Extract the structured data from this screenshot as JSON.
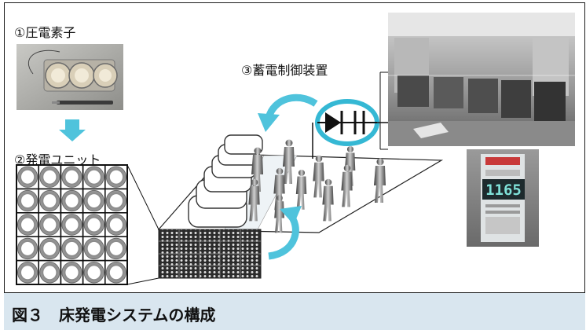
{
  "figure": {
    "labels": {
      "piezo": "①圧電素子",
      "unit": "②発電ユニット",
      "storage": "③蓄電制御装置"
    },
    "panel_display": "1165",
    "caption": "図３　床発電システムの構成"
  }
}
